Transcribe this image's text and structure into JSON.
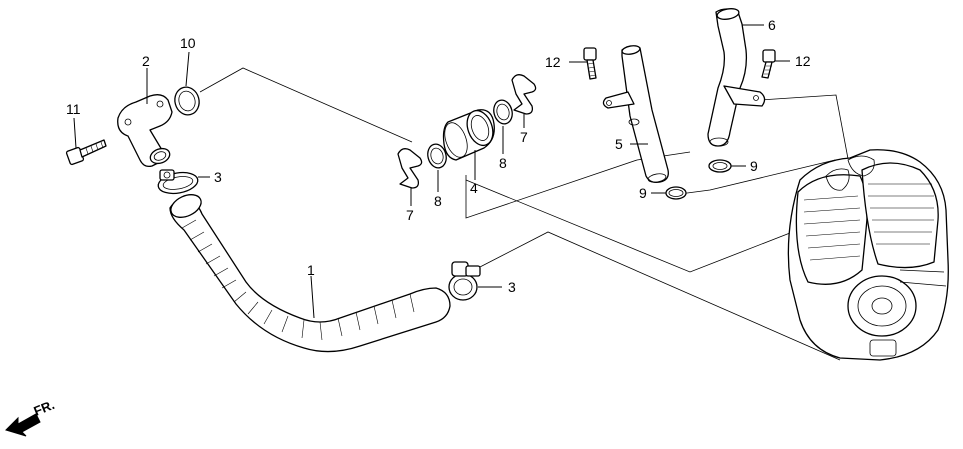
{
  "callouts": {
    "p1": "1",
    "p2": "2",
    "p3a": "3",
    "p3b": "3",
    "p4": "4",
    "p5": "5",
    "p6": "6",
    "p7a": "7",
    "p7b": "7",
    "p8a": "8",
    "p8b": "8",
    "p9a": "9",
    "p9b": "9",
    "p10": "10",
    "p11": "11",
    "p12a": "12",
    "p12b": "12"
  },
  "direction_label": "FR.",
  "icons": {
    "direction": "front-arrow-icon"
  }
}
